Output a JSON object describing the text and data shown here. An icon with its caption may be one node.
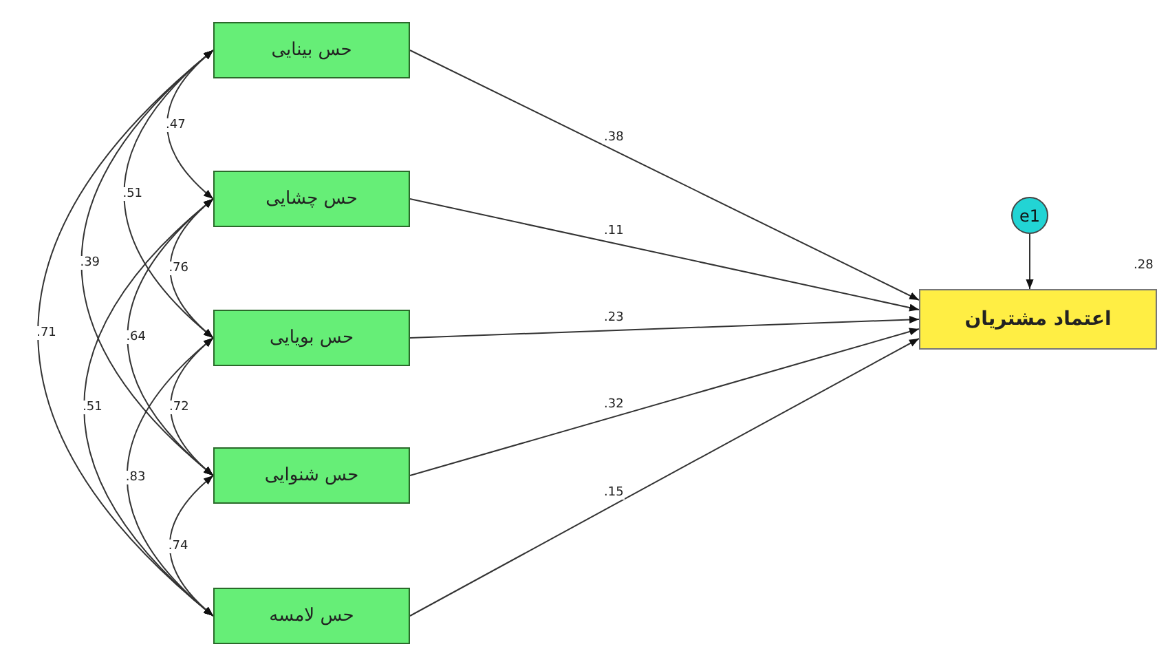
{
  "diagram": {
    "nodes": [
      {
        "text": [
          "حس بینایی"
        ]
      },
      {
        "text": [
          "حس چشایی"
        ]
      },
      {
        "text": [
          "حس بویایی"
        ]
      },
      {
        "text": [
          "حس شنوایی"
        ]
      },
      {
        "text": [
          "حس لامسه"
        ]
      },
      {
        "text": [
          "اعتماد مشتریان"
        ],
        "beside": [
          ".28"
        ]
      },
      {
        "text": [
          "e1"
        ]
      }
    ],
    "edges": [
      {
        "from": 0,
        "to": 5,
        "arrow": "to",
        "label": ".38"
      },
      {
        "from": 1,
        "to": 5,
        "arrow": "to",
        "label": ".11"
      },
      {
        "from": 2,
        "to": 5,
        "arrow": "to",
        "label": ".23"
      },
      {
        "from": 3,
        "to": 5,
        "arrow": "to",
        "label": ".32"
      },
      {
        "from": 4,
        "to": 5,
        "arrow": "to",
        "label": ".15"
      },
      {
        "from": 6,
        "to": 5,
        "arrow": "to"
      },
      {
        "from": 0,
        "to": 1,
        "arrow": "both",
        "label": ".47"
      },
      {
        "from": 0,
        "to": 2,
        "arrow": "both",
        "label": ".51"
      },
      {
        "from": 0,
        "to": 3,
        "arrow": "both",
        "label": ".39"
      },
      {
        "from": 0,
        "to": 4,
        "arrow": "both",
        "label": ".71"
      },
      {
        "from": 1,
        "to": 2,
        "arrow": "both",
        "label": ".76"
      },
      {
        "from": 1,
        "to": 3,
        "arrow": "both",
        "label": ".64"
      },
      {
        "from": 1,
        "to": 4,
        "arrow": "both",
        "label": ".51"
      },
      {
        "from": 2,
        "to": 3,
        "arrow": "both",
        "label": ".72"
      },
      {
        "from": 2,
        "to": 4,
        "arrow": "both",
        "label": ".83"
      },
      {
        "from": 3,
        "to": 4,
        "arrow": "both",
        "label": ".74"
      }
    ]
  }
}
